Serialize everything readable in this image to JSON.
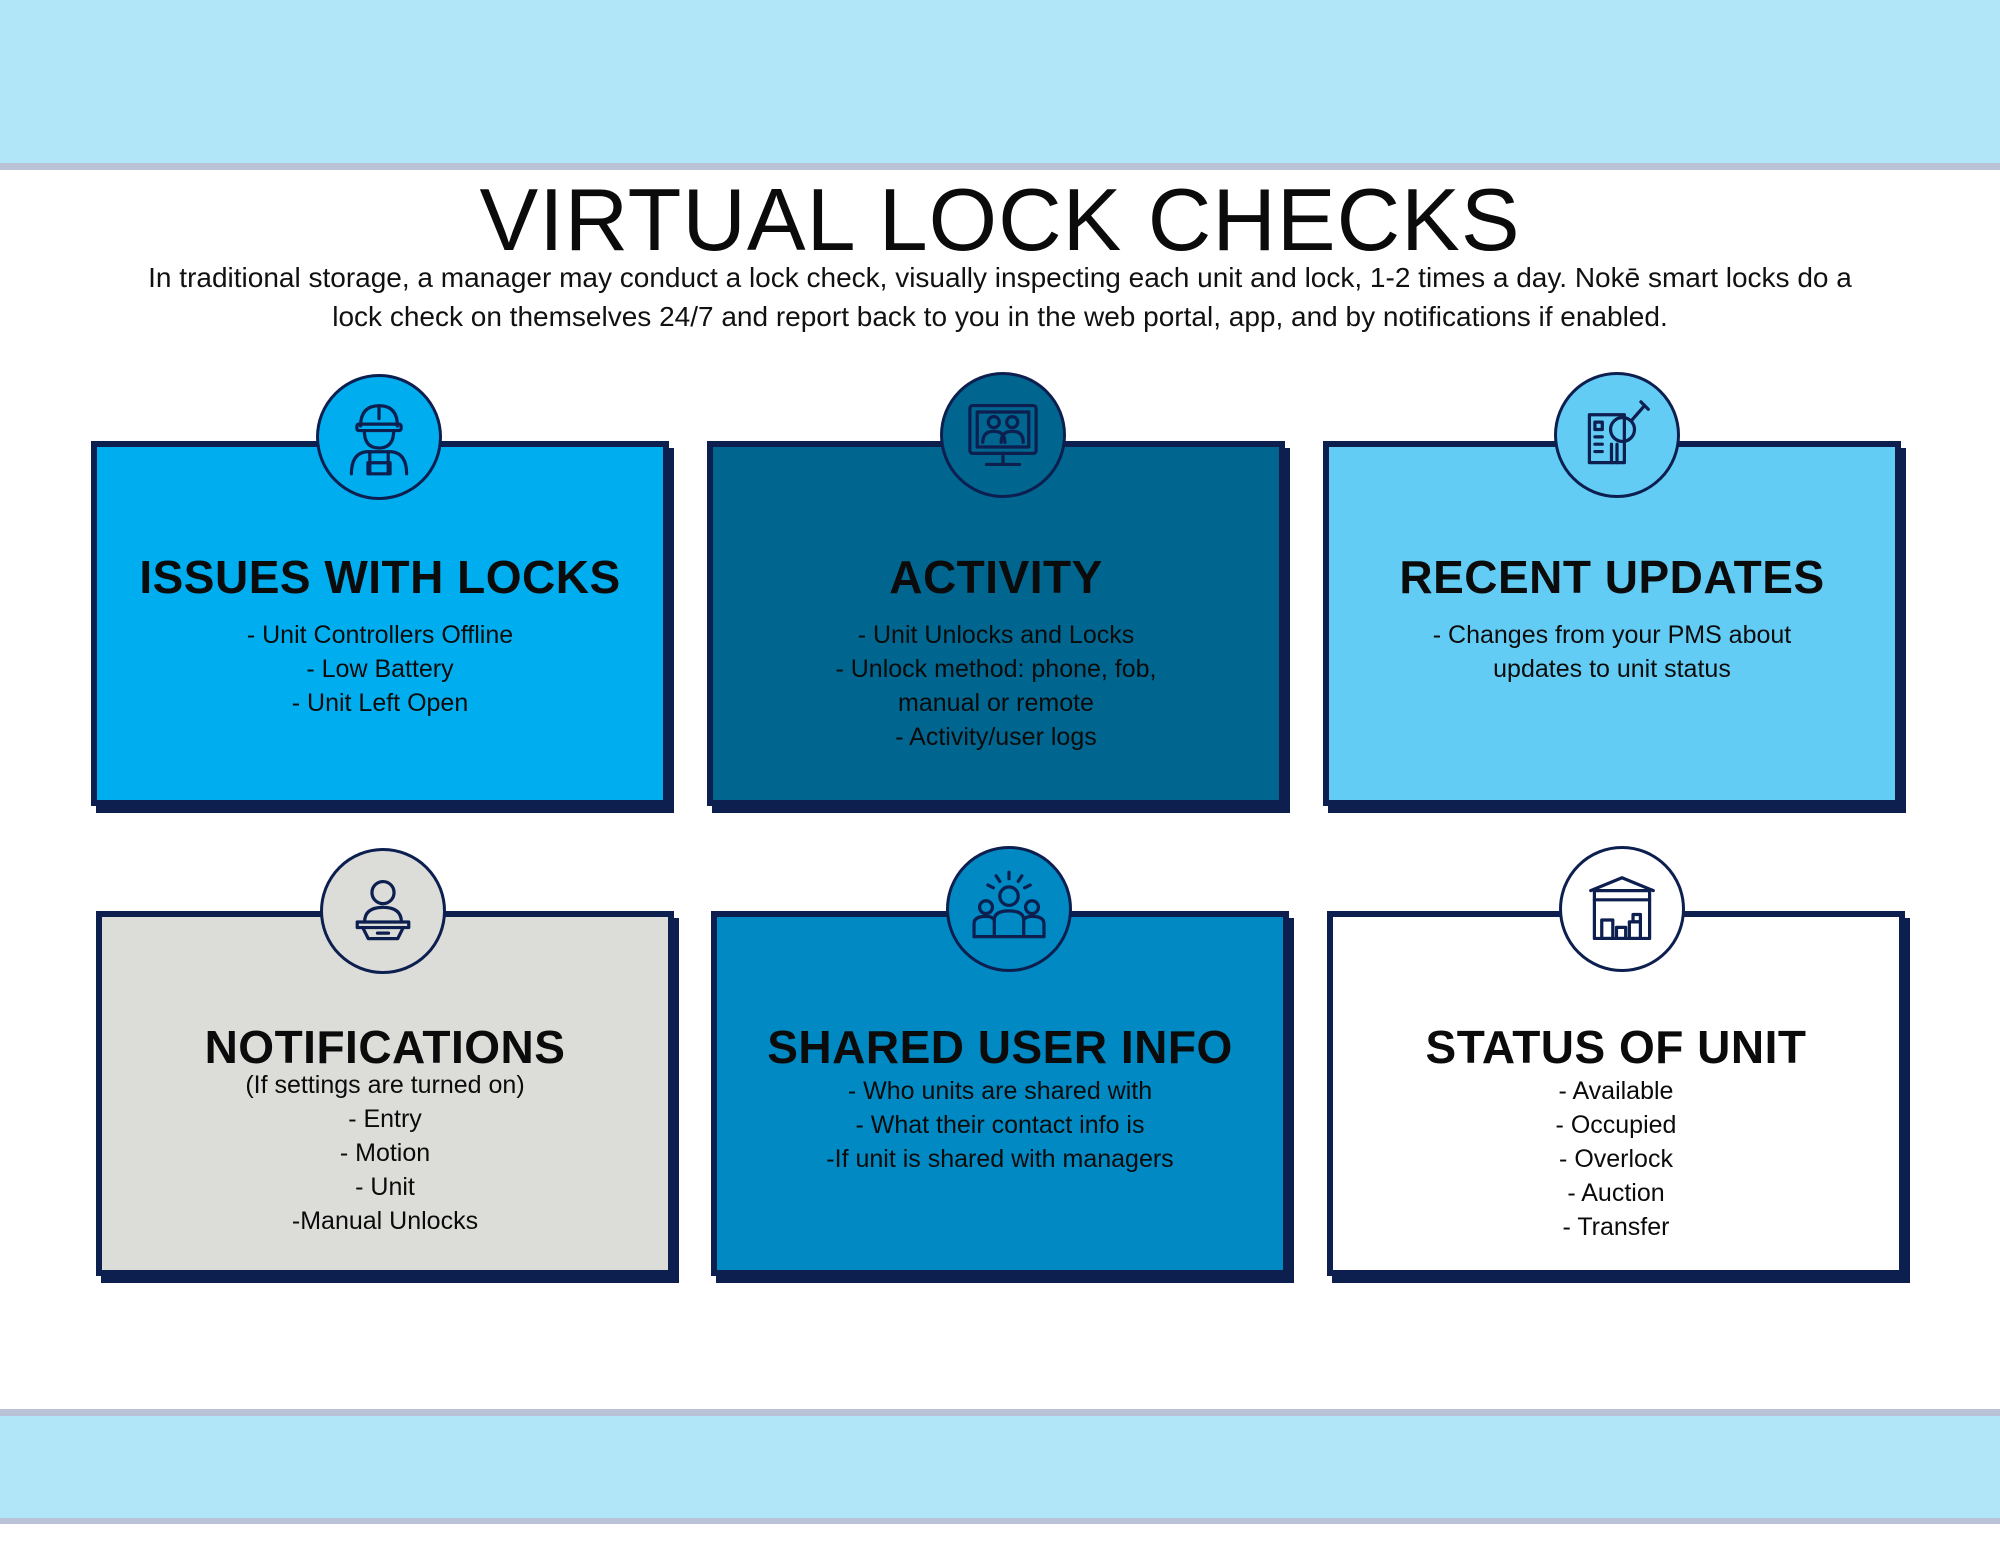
{
  "title": "VIRTUAL LOCK CHECKS",
  "intro": {
    "line1": "In traditional storage, a manager may conduct a lock check, visually inspecting each unit and lock, 1-2 times a day. Nokē smart locks do a",
    "line2": "lock check on themselves 24/7 and report back to you in the web portal, app, and by notifications if enabled."
  },
  "cards": [
    {
      "title": "ISSUES WITH LOCKS",
      "icon": "worker-icon",
      "bg": "#00aeef",
      "lines": [
        "- Unit Controllers Offline",
        "- Low Battery",
        "- Unit Left Open"
      ]
    },
    {
      "title": "ACTIVITY",
      "icon": "monitor-users-icon",
      "bg": "#00658f",
      "lines": [
        "- Unit Unlocks and Locks",
        "- Unlock method: phone, fob,",
        "manual or remote",
        "- Activity/user logs"
      ]
    },
    {
      "title": "RECENT UPDATES",
      "icon": "document-search-icon",
      "bg": "#63ccf5",
      "lines": [
        "- Changes from your PMS about",
        "updates to unit status"
      ]
    },
    {
      "title": "NOTIFICATIONS",
      "icon": "laptop-user-icon",
      "bg": "#dcddd9",
      "lines": [
        "(If settings are turned on)",
        "- Entry",
        "- Motion",
        "- Unit",
        "-Manual Unlocks"
      ]
    },
    {
      "title": "SHARED USER INFO",
      "icon": "group-users-icon",
      "bg": "#0089c2",
      "lines": [
        "- Who units are shared with",
        "- What their contact info is",
        "-If unit is shared with managers"
      ]
    },
    {
      "title": "STATUS OF UNIT",
      "icon": "warehouse-icon",
      "bg": "#ffffff",
      "lines": [
        "- Available",
        "- Occupied",
        "- Overlock",
        "- Auction",
        "- Transfer"
      ]
    }
  ]
}
